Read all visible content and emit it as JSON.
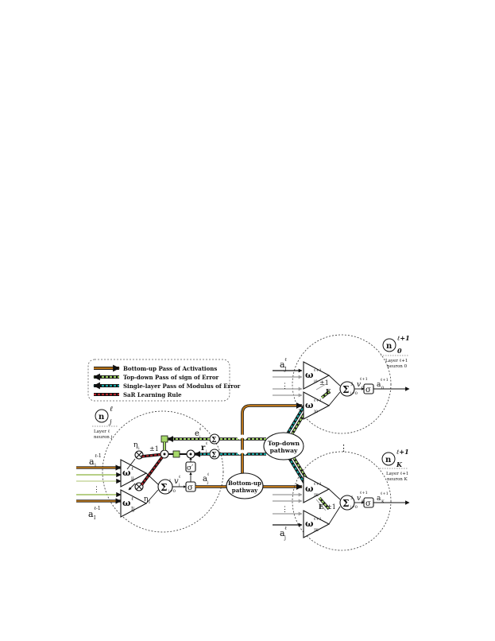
{
  "legend": {
    "bottom_up": "Bottom-up Pass of Activations",
    "top_down_sign": "Top-down Pass of sign of Error",
    "single_layer_modulus": "Single-layer Pass of Modulus of Error",
    "sar_rule": "SaR Learning Rule"
  },
  "neuron_j": {
    "badge": "n",
    "badge_sub": "j",
    "badge_sup": "ℓ",
    "layer_label": "Layer ℓ",
    "neuron_label": "neuron j",
    "input_top": "a",
    "input_top_sub": "i",
    "input_top_sup": "ℓ-1",
    "input_bottom": "a",
    "input_bottom_sub": "I",
    "input_bottom_sup": "ℓ-1",
    "weight_top": "ω",
    "weight_top_sub": "ij",
    "weight_top_sup": "ℓ",
    "weight_bottom": "ω",
    "weight_bottom_sub": "Ij",
    "weight_bottom_sup": "ℓ",
    "eta_top": "η",
    "eta_top_sub": "i",
    "eta_bottom": "η",
    "eta_bottom_sub": "I",
    "sum": "Σ",
    "sum_sub": "i=0",
    "sum_sup": "I",
    "v": "v",
    "v_sub": "j",
    "v_sup": "ℓ",
    "sigma": "σ",
    "sigma_prime": "σ′",
    "out": "a",
    "out_sub": "j",
    "out_sup": "ℓ",
    "e": "e",
    "e_sub": "j",
    "e_sup": "ℓ",
    "r": "r",
    "r_sub": "j",
    "r_sup": "ℓ",
    "pm": "±1",
    "dots": "⋮"
  },
  "neuron_0": {
    "badge": "n",
    "badge_sub": "0",
    "badge_sup": "ℓ+1",
    "layer_label": "Layer ℓ+1",
    "neuron_label": "neuron 0",
    "input": "a",
    "input_sub": "J",
    "input_sup": "ℓ",
    "weight_top": "ω",
    "weight_top_sub": "j0",
    "weight_top_sup": "ℓ+1",
    "weight_bottom": "ω",
    "weight_bottom_sub": "J0",
    "weight_bottom_sup": "ℓ+1",
    "pm": "±1",
    "e": "E",
    "sum": "Σ",
    "sum_sub": "j=0",
    "sum_sup": "J",
    "v": "v",
    "v_sub": "0",
    "v_sup": "ℓ+1",
    "sigma": "σ",
    "out": "a",
    "out_sub": "0",
    "out_sup": "ℓ+1",
    "dots": "⋮"
  },
  "neuron_K": {
    "badge": "n",
    "badge_sub": "K",
    "badge_sup": "ℓ+1",
    "layer_label": "Layer ℓ+1",
    "neuron_label": "neuron K",
    "input": "a",
    "input_sub": "j",
    "input_sup": "ℓ",
    "weight_top": "ω",
    "weight_top_sub": "JK",
    "weight_top_sup": "ℓ+1",
    "weight_bottom": "ω",
    "weight_bottom_sub": "JK",
    "weight_bottom_sup": "ℓ+1",
    "pm": "±1",
    "e": "E",
    "sum": "Σ",
    "sum_sub": "j=0",
    "sum_sup": "J",
    "v": "v",
    "v_sub": "K",
    "v_sup": "ℓ+1",
    "sigma": "σ",
    "out": "a",
    "out_sub": "K",
    "out_sup": "ℓ+1",
    "dots": "⋮"
  },
  "pathways": {
    "top_down_1": "Top-down",
    "top_down_2": "pathway",
    "bottom_up_1": "Bottom-up",
    "bottom_up_2": "pathway",
    "sum": "Σ",
    "between_dots": "⋮"
  },
  "colors": {
    "bottom_up": "#b8741a",
    "top_down_sign": "#a6d96a",
    "modulus": "#16a3a0",
    "sar": "#b0232a",
    "input_light": "#9fbf5f",
    "input_mid": "#c8d7a0",
    "grey_line": "#9a9a9a"
  }
}
